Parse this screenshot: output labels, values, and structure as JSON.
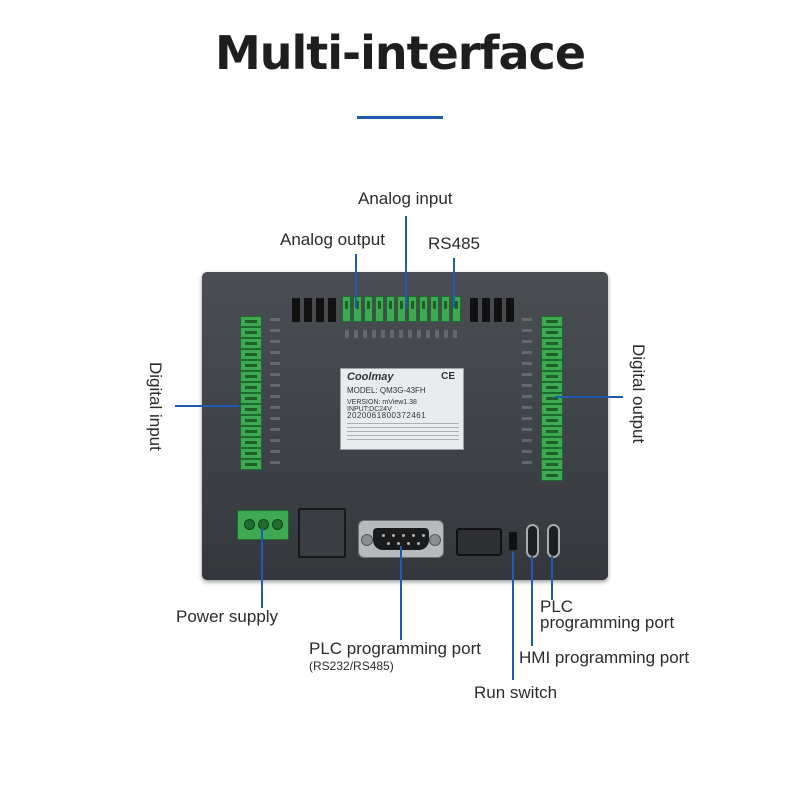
{
  "title": "Multi-interface",
  "labels": {
    "analog_input": "Analog input",
    "analog_output": "Analog output",
    "rs485": "RS485",
    "digital_input": "Digital input",
    "digital_output": "Digital output",
    "power_supply": "Power supply",
    "plc_port_main": "PLC programming port",
    "plc_port_sub": "(RS232/RS485)",
    "run_switch": "Run switch",
    "hmi_port": "HMI programming port",
    "plc_port_right_line1": "PLC",
    "plc_port_right_line2": "programming port"
  },
  "sticker": {
    "brand": "Coolmay",
    "ce": "CE",
    "model": "MODEL: QM3G-43FH",
    "version": "VERSION:  mView1.38   INPUT:DC24V",
    "serial": "2020061800372461"
  },
  "colors": {
    "accent": "#1f5bb5",
    "terminal": "#3fa852",
    "housing": "#44474c"
  }
}
